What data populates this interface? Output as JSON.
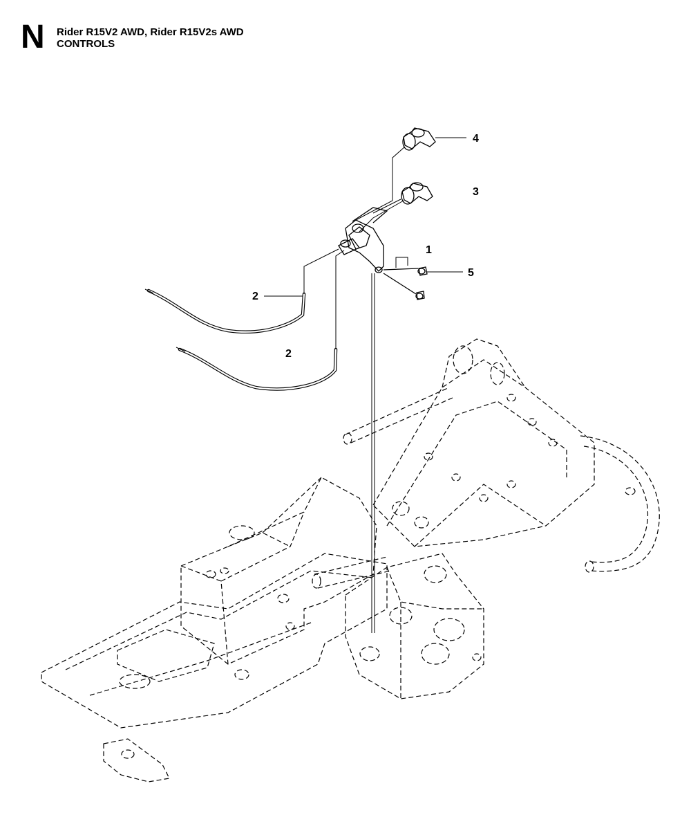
{
  "header": {
    "section_letter": "N",
    "model_line": "Rider R15V2 AWD, Rider R15V2s AWD",
    "group_line": "CONTROLS"
  },
  "callouts": {
    "c1": "1",
    "c2a": "2",
    "c2b": "2",
    "c3": "3",
    "c4": "4",
    "c5": "5"
  }
}
